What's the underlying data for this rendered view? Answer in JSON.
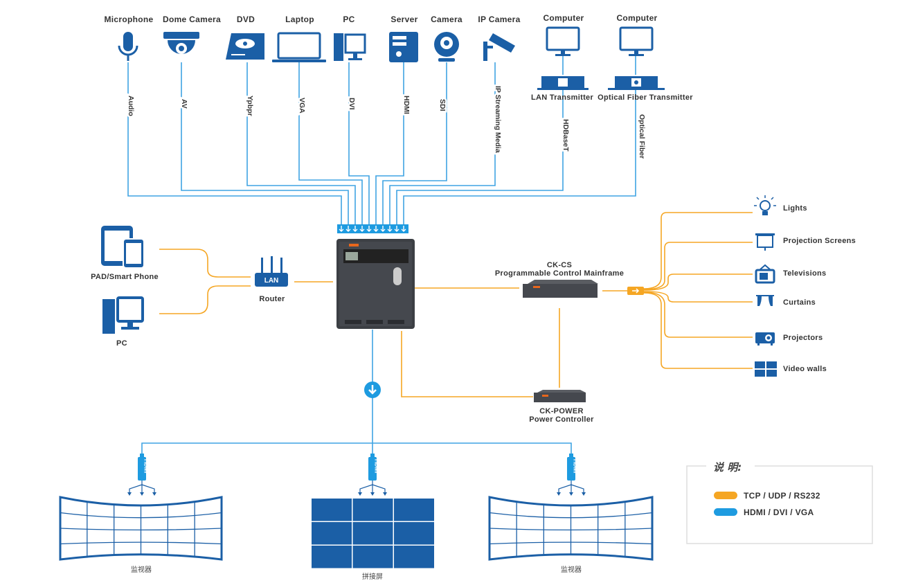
{
  "colors": {
    "signal_blue": "#3fa3e3",
    "control_orange": "#f5a623",
    "icon_blue": "#1b5fa6",
    "device_dark": "#3c3f44"
  },
  "sources": [
    {
      "label": "Microphone",
      "cable": "Audio",
      "icon": "microphone-icon"
    },
    {
      "label": "Dome Camera",
      "cable": "AV",
      "icon": "dome-camera-icon"
    },
    {
      "label": "DVD",
      "cable": "Ypbpr",
      "icon": "dvd-icon"
    },
    {
      "label": "Laptop",
      "cable": "VGA",
      "icon": "laptop-icon"
    },
    {
      "label": "PC",
      "cable": "DVI",
      "icon": "pc-icon"
    },
    {
      "label": "Server",
      "cable": "HDMI",
      "icon": "server-icon"
    },
    {
      "label": "Camera",
      "cable": "SDI",
      "icon": "webcam-icon"
    },
    {
      "label": "IP Camera",
      "cable": "IP Streaming Media",
      "icon": "ip-camera-icon"
    },
    {
      "label": "Computer",
      "cable": "HDBaseT",
      "icon": "monitor-icon",
      "transmitter": "LAN Transmitter"
    },
    {
      "label": "Computer",
      "cable": "Optical Fiber",
      "icon": "monitor-icon",
      "transmitter": "Optical Fiber Transmitter"
    }
  ],
  "left": {
    "pad": "PAD/Smart Phone",
    "pc": "PC",
    "router": "Router",
    "router_badge": "LAN"
  },
  "cs": {
    "name": "CK-CS",
    "desc": "Programmable Control Mainframe"
  },
  "power": {
    "name": "CK-POWER",
    "desc": "Power Controller"
  },
  "outputs": [
    {
      "label": "Lights",
      "icon": "light-bulb-icon"
    },
    {
      "label": "Projection Screens",
      "icon": "projection-screen-icon"
    },
    {
      "label": "Televisions",
      "icon": "television-icon"
    },
    {
      "label": "Curtains",
      "icon": "curtains-icon"
    },
    {
      "label": "Projectors",
      "icon": "projector-icon"
    },
    {
      "label": "Video walls",
      "icon": "video-wall-icon"
    }
  ],
  "displays": {
    "connector": "HDMI",
    "left": "监视器",
    "center": "拼接屏",
    "right": "监视器"
  },
  "legend": {
    "title": "说 明:",
    "items": [
      {
        "label": "TCP / UDP / RS232",
        "color": "#f5a623"
      },
      {
        "label": "HDMI / DVI / VGA",
        "color": "#3fa3e3"
      }
    ]
  }
}
